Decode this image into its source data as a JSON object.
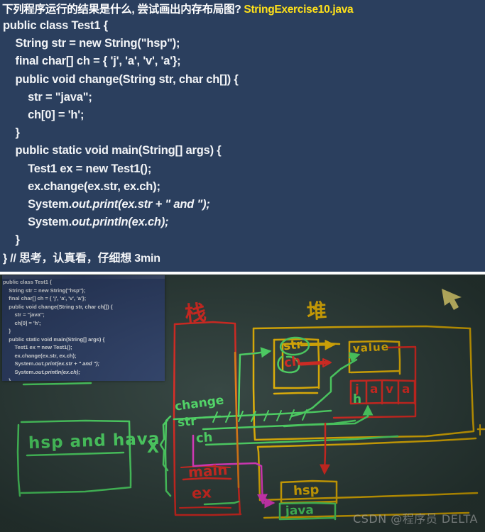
{
  "slide": {
    "title_question": "下列程序运行的结果是什么, 尝试画出内存布局图?",
    "title_filename": "StringExercise10.java",
    "code_lines": [
      "public class Test1 {",
      "    String str = new String(\"hsp\");",
      "    final char[] ch = { 'j', 'a', 'v', 'a'};",
      "    public void change(String str, char ch[]) {",
      "        str = \"java\";",
      "        ch[0] = 'h';",
      "    }",
      "    public static void main(String[] args) {",
      "        Test1 ex = new Test1();",
      "        ex.change(ex.str, ex.ch);",
      "        System.out.print(ex.str + \" and \");",
      "        System.out.println(ex.ch);",
      "    }",
      "} // 思考，认真看，仔细想 3min"
    ],
    "code_text": "public class Test1 {\n    String str = new String(\"hsp\");\n    final char[] ch = { 'j', 'a', 'v', 'a'};\n    public void change(String str, char ch[]) {\n        str = \"java\";\n        ch[0] = 'h';\n    }\n    public static void main(String[] args) {\n        Test1 ex = new Test1();\n        ex.change(ex.str, ex.ch);\n        System.out.print(ex.str +  \" and \");\n        System.out.println(ex.ch);\n    }\n} // 思考，认真看，仔细想 3min",
    "background_color": "#2b3f5e",
    "filename_color": "#ffe11a"
  },
  "board": {
    "background_color": "#2d3e3a",
    "ink_colors": {
      "red": "#e0271f",
      "yellow": "#e8b400",
      "green": "#4cd964",
      "magenta": "#e838c8",
      "orange": "#e07b10"
    },
    "labels": {
      "stack": "栈",
      "heap": "堆",
      "str": "str",
      "ch": "ch",
      "value": "value",
      "change": "change",
      "change_str": "str",
      "change_ch": "ch",
      "main": "main",
      "ex": "ex",
      "hsp": "hsp",
      "java_heap": "java",
      "answer": "hsp and hava",
      "answer_cross": "X"
    },
    "char_array_cells": [
      "j",
      "a",
      "v",
      "a"
    ],
    "char_array_overwrite": "h",
    "cursor_icon": "arrow-cursor-icon"
  },
  "watermark": "CSDN @程序员 DELTA"
}
